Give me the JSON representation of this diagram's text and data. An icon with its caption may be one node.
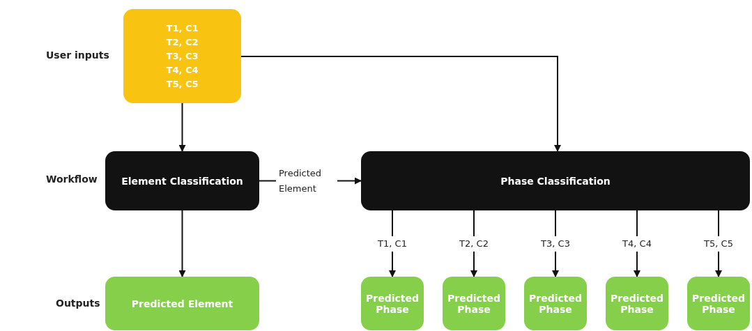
{
  "diagram": {
    "nodes": [
      {
        "text": [
          "T1, C1",
          "T2, C2",
          "T3, C3",
          "T4, C4",
          "T5, C5"
        ]
      },
      {
        "text": [
          "Element Classification"
        ]
      },
      {
        "text": [
          "Phase Classification"
        ]
      },
      {
        "text": [
          "Predicted Element"
        ]
      },
      {
        "text": [
          "Predicted Phase"
        ]
      },
      {
        "text": [
          "Predicted Phase"
        ]
      },
      {
        "text": [
          "Predicted Phase"
        ]
      },
      {
        "text": [
          "Predicted Phase"
        ]
      },
      {
        "text": [
          "Predicted Phase"
        ]
      }
    ],
    "edges": [
      {
        "from": 0,
        "to": 1,
        "arrow": "to"
      },
      {
        "from": 0,
        "to": 2,
        "arrow": "to"
      },
      {
        "from": 1,
        "to": 2,
        "arrow": "to",
        "label": "Predicted Element"
      },
      {
        "from": 1,
        "to": 3,
        "arrow": "to"
      },
      {
        "from": 2,
        "to": 4,
        "arrow": "to",
        "label": "T1, C1"
      },
      {
        "from": 2,
        "to": 5,
        "arrow": "to",
        "label": "T2, C2"
      },
      {
        "from": 2,
        "to": 6,
        "arrow": "to",
        "label": "T3, C3"
      },
      {
        "from": 2,
        "to": 7,
        "arrow": "to",
        "label": "T4, C4"
      },
      {
        "from": 2,
        "to": 8,
        "arrow": "to",
        "label": "T5, C5"
      }
    ],
    "labels": [
      "User inputs",
      "Workflow",
      "Outputs"
    ]
  }
}
